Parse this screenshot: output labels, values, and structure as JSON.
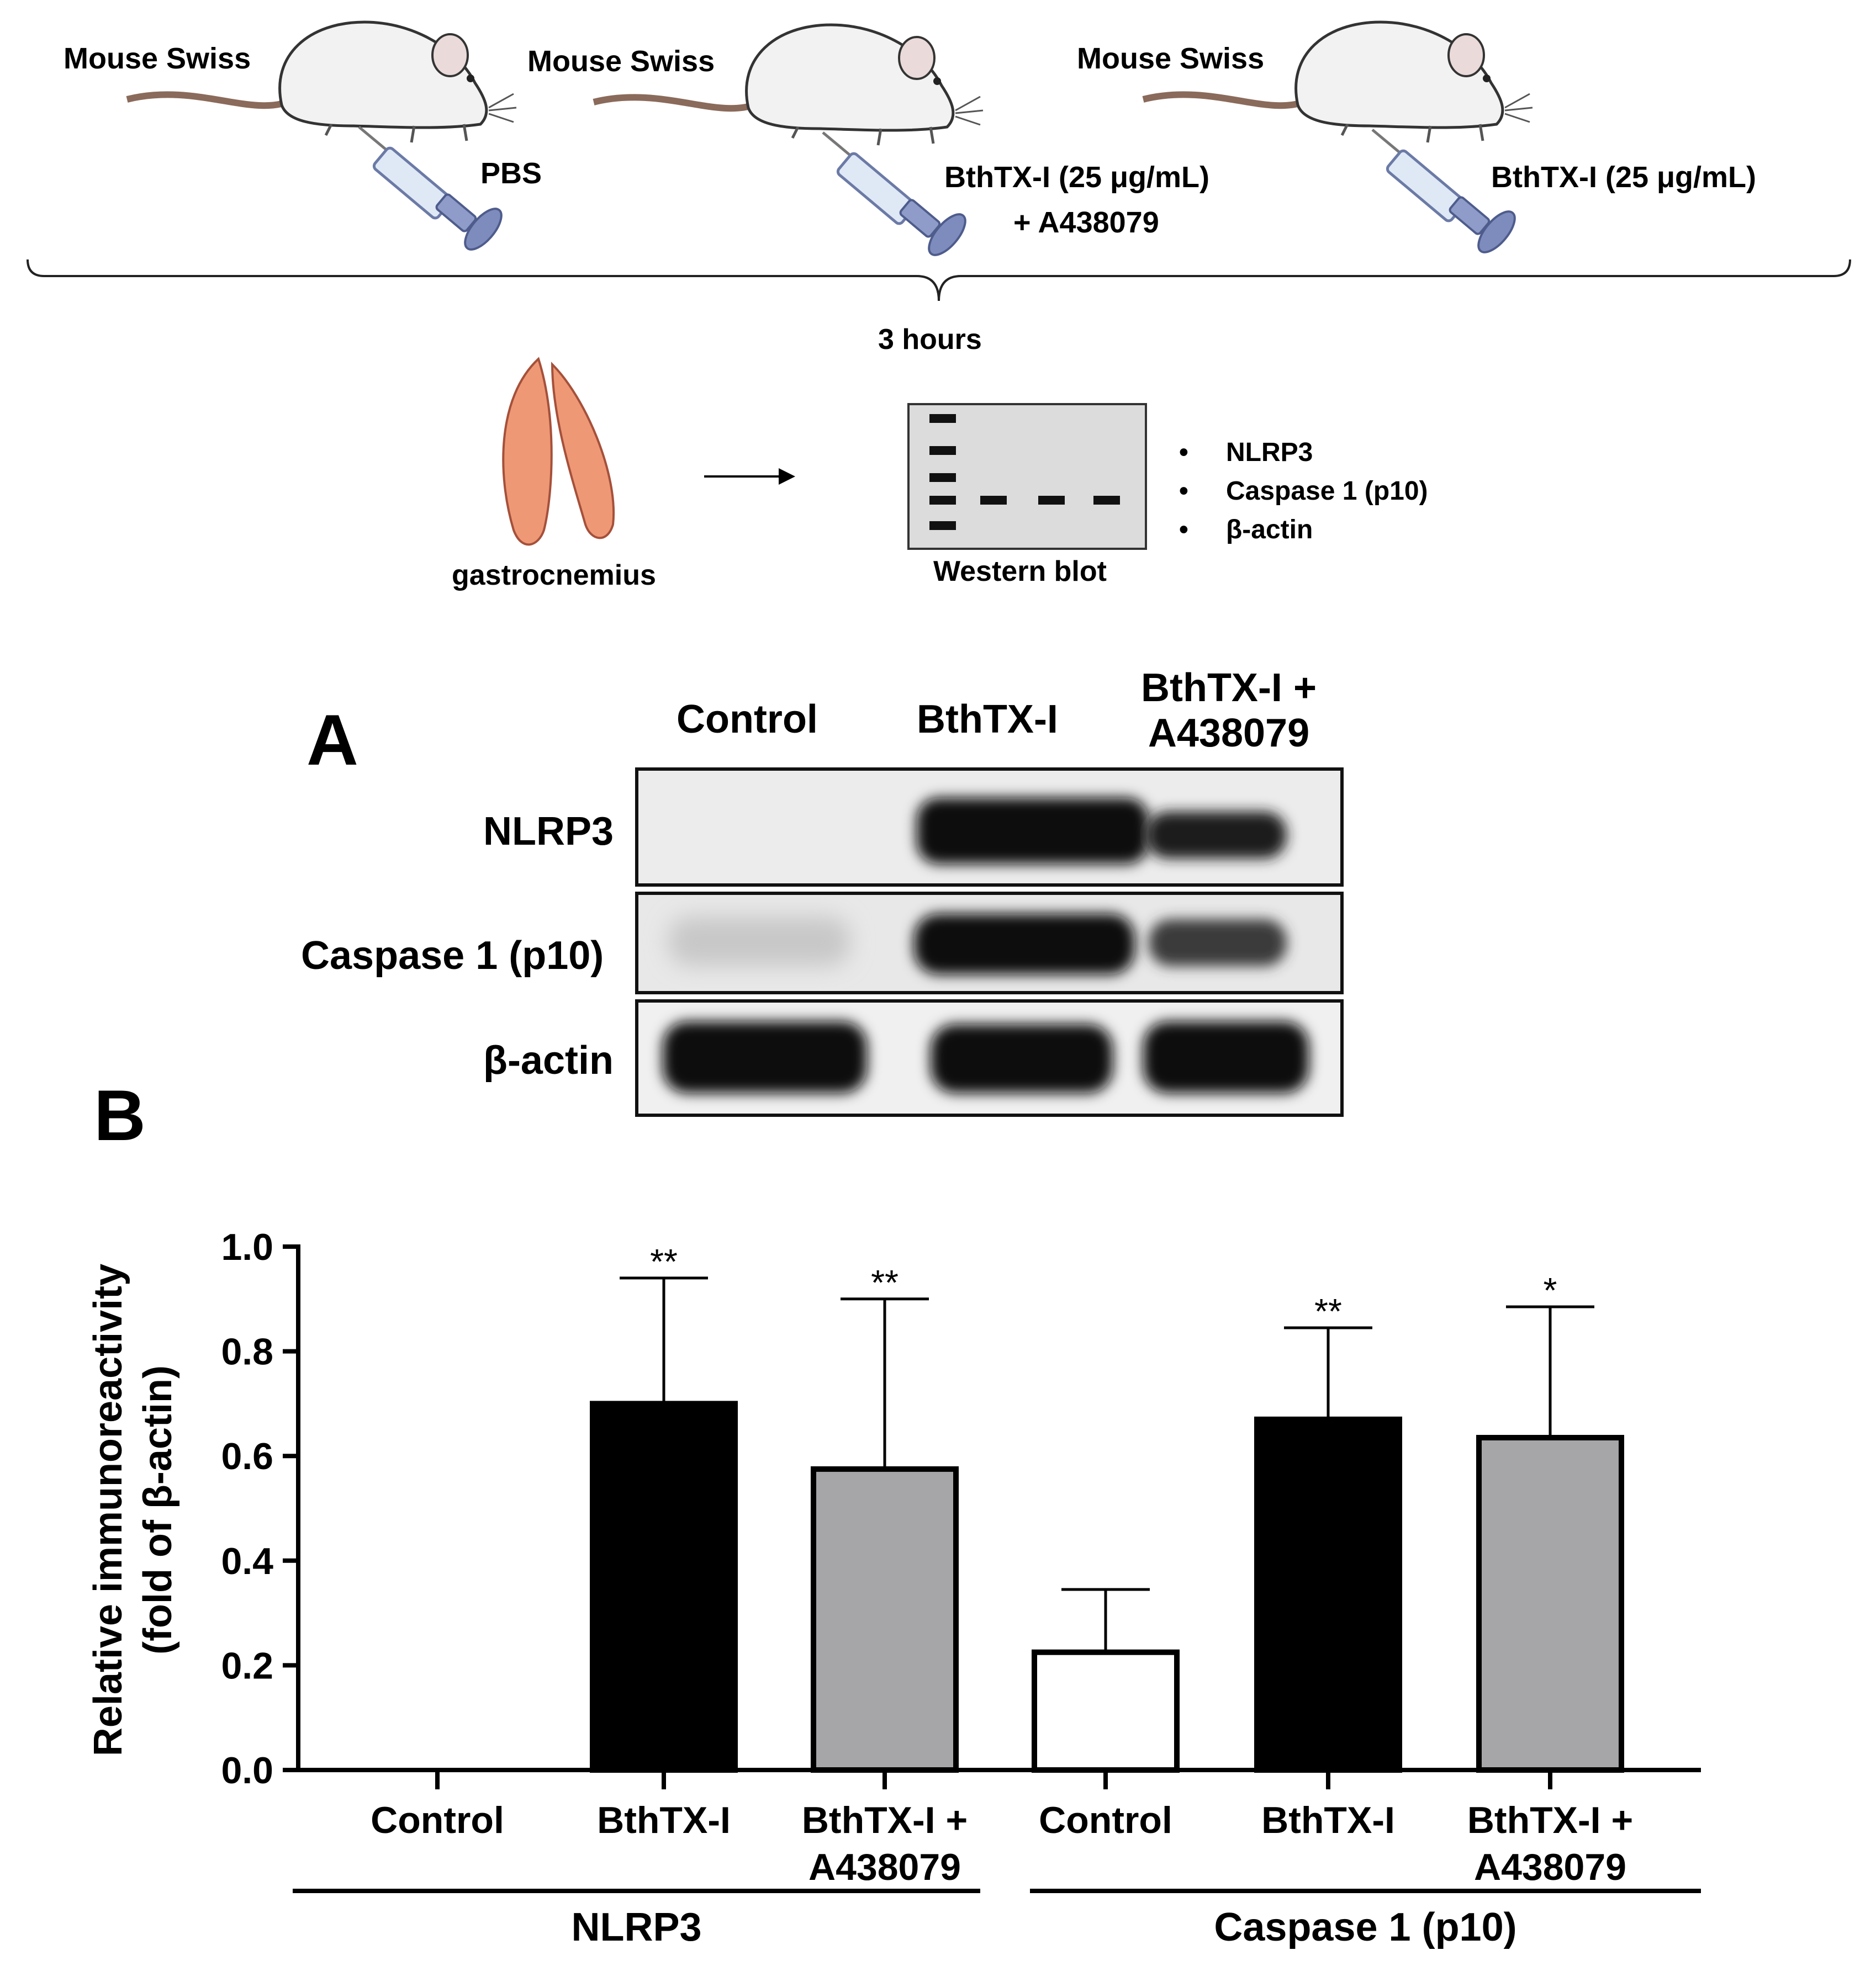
{
  "schematic": {
    "groups": [
      {
        "animal": "Mouse Swiss",
        "treatment_line1": "PBS",
        "treatment_line2": ""
      },
      {
        "animal": "Mouse Swiss",
        "treatment_line1": "BthTX-I (25 μg/mL)",
        "treatment_line2": "+ A438079"
      },
      {
        "animal": "Mouse Swiss",
        "treatment_line1": "BthTX-I (25 μg/mL)",
        "treatment_line2": ""
      }
    ],
    "time_label": "3 hours",
    "tissue_label": "gastrocnemius",
    "assay_label": "Western blot",
    "targets": [
      "NLRP3",
      "Caspase 1 (p10)",
      "β-actin"
    ],
    "bullet": "•"
  },
  "panel_a": {
    "letter": "A",
    "lanes": [
      "Control",
      "BthTX-I",
      "BthTX-I +\nA438079"
    ],
    "rows": [
      "NLRP3",
      "Caspase 1 (p10)",
      "β-actin"
    ]
  },
  "panel_b": {
    "letter": "B"
  },
  "chart_data": {
    "type": "bar",
    "ylabel_line1": "Relative immunoreactivity",
    "ylabel_line2": "(fold of β-actin)",
    "ylim": [
      0,
      1.0
    ],
    "yticks": [
      "0.0",
      "0.2",
      "0.4",
      "0.6",
      "0.8",
      "1.0"
    ],
    "groups": [
      {
        "name": "NLRP3",
        "bars": [
          {
            "category": "Control",
            "value": 0.0,
            "error": 0.0,
            "sig": "",
            "fill": "#ffffff"
          },
          {
            "category": "BthTX-I",
            "value": 0.7,
            "error": 0.24,
            "sig": "**",
            "fill": "#000000"
          },
          {
            "category": "BthTX-I +\nA438079",
            "value": 0.575,
            "error": 0.325,
            "sig": "**",
            "fill": "#a6a6a9"
          }
        ]
      },
      {
        "name": "Caspase 1 (p10)",
        "bars": [
          {
            "category": "Control",
            "value": 0.225,
            "error": 0.12,
            "sig": "",
            "fill": "#ffffff"
          },
          {
            "category": "BthTX-I",
            "value": 0.67,
            "error": 0.175,
            "sig": "**",
            "fill": "#000000"
          },
          {
            "category": "BthTX-I +\nA438079",
            "value": 0.635,
            "error": 0.25,
            "sig": "*",
            "fill": "#a6a6a9"
          }
        ]
      }
    ]
  }
}
